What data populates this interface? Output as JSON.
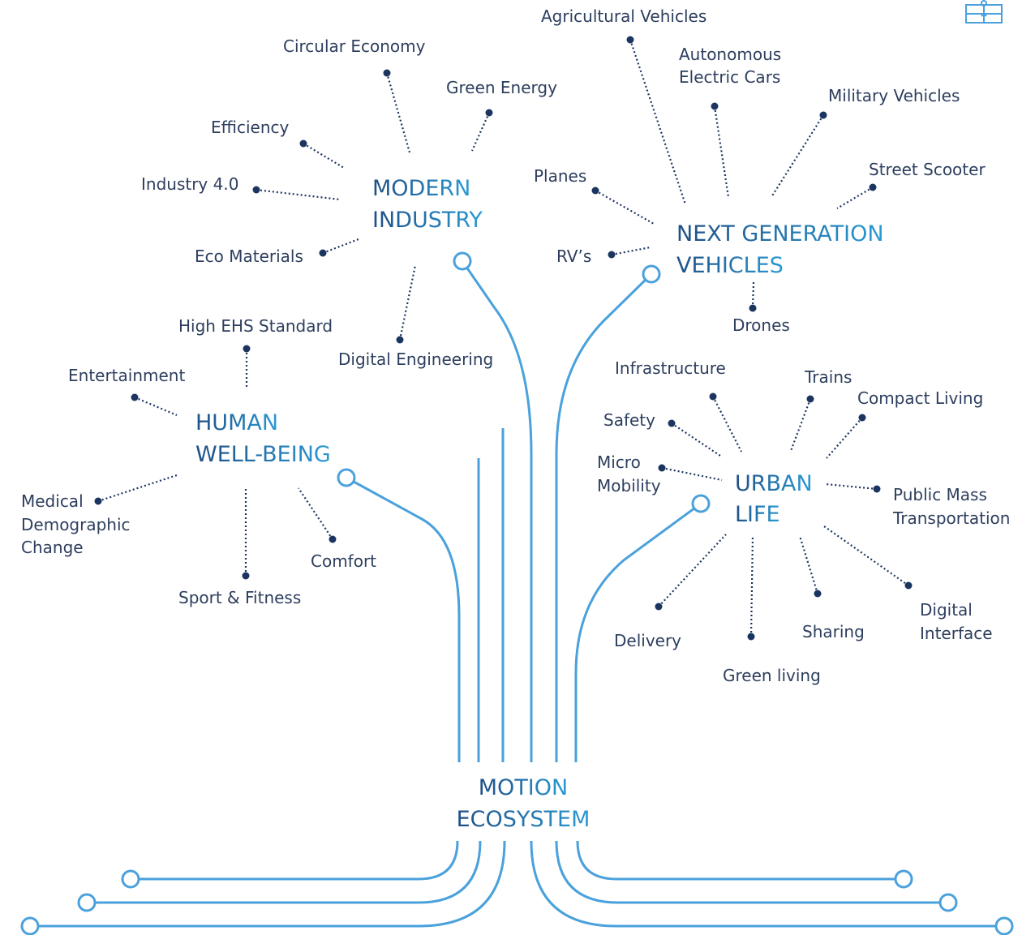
{
  "center": {
    "line1": "MOTION",
    "line2": "ECOSYSTEM"
  },
  "clusters": {
    "modern_industry": {
      "title_line1": "MODERN",
      "title_line2": "INDUSTRY",
      "items": [
        "Circular Economy",
        "Green Energy",
        "Efficiency",
        "Industry 4.0",
        "Eco Materials",
        "Digital Engineering"
      ]
    },
    "next_generation_vehicles": {
      "title_line1": "NEXT GENERATION",
      "title_line2": "VEHICLES",
      "items": [
        "Agricultural Vehicles",
        "Autonomous",
        "Electric Cars",
        "Military Vehicles",
        "Street Scooter",
        "Planes",
        "RV’s",
        "Drones"
      ]
    },
    "human_well_being": {
      "title_line1": "HUMAN",
      "title_line2": "WELL-BEING",
      "items": [
        "High EHS Standard",
        "Entertainment",
        "Medical",
        "Demographic",
        "Change",
        "Comfort",
        "Sport & Fitness"
      ]
    },
    "urban_life": {
      "title_line1": "URBAN",
      "title_line2": "LIFE",
      "items": [
        "Infrastructure",
        "Trains",
        "Compact Living",
        "Safety",
        "Micro",
        "Mobility",
        "Public Mass",
        "Transportation",
        "Delivery",
        "Green living",
        "Sharing",
        "Digital",
        "Interface"
      ]
    }
  },
  "colors": {
    "accent": "#4aa1dc",
    "dark_navy": "#1b3560",
    "text": "#2d3e5e",
    "title_dark": "#1f4f86",
    "title_light": "#2b9ad4"
  },
  "icons": {
    "corner": "puzzle-icon"
  }
}
